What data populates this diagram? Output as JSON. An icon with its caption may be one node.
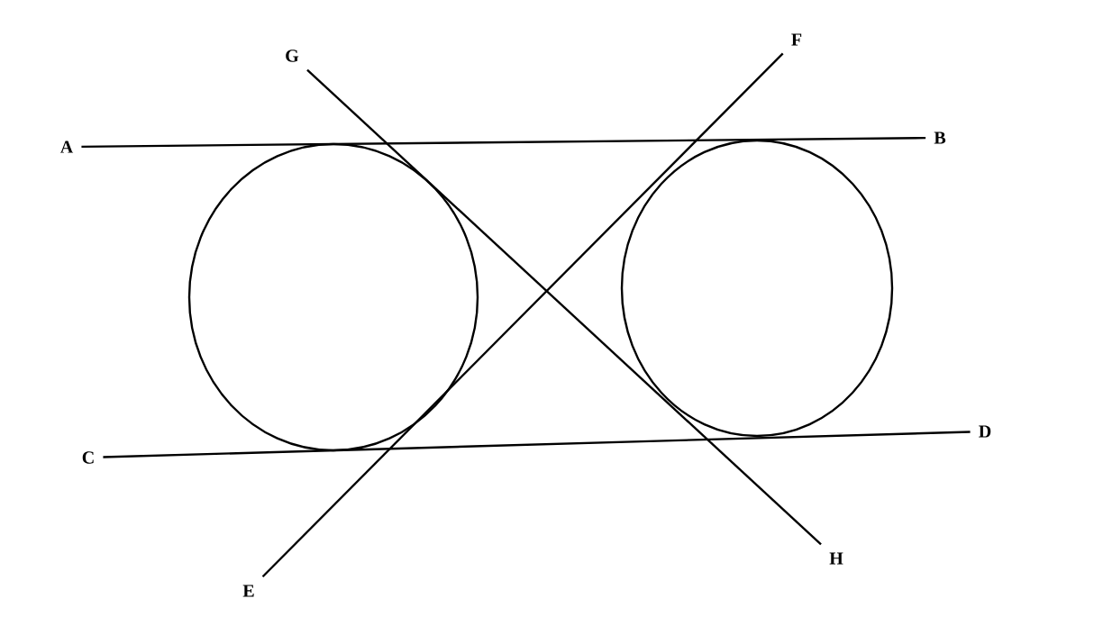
{
  "diagram": {
    "nodes": [
      {
        "text": [
          "A"
        ]
      },
      {
        "text": [
          "B"
        ]
      },
      {
        "text": [
          "C"
        ]
      },
      {
        "text": [
          "D"
        ]
      },
      {
        "text": [
          "E"
        ]
      },
      {
        "text": [
          "F"
        ]
      },
      {
        "text": [
          "G"
        ]
      },
      {
        "text": [
          "H"
        ]
      },
      {
        "text": [],
        "shape": "circle"
      },
      {
        "text": [],
        "shape": "circle"
      }
    ],
    "edges": [
      {
        "from": 0,
        "to": 1,
        "arrow": "none"
      },
      {
        "from": 2,
        "to": 3,
        "arrow": "none"
      },
      {
        "from": 4,
        "to": 5,
        "arrow": "none"
      },
      {
        "from": 6,
        "to": 7,
        "arrow": "none"
      }
    ]
  }
}
